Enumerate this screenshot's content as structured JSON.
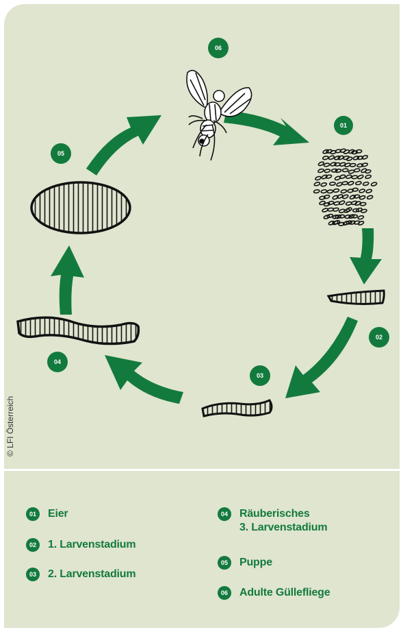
{
  "copyright": "© LFI Österreich",
  "stages": [
    {
      "num": "01",
      "label": "Eier"
    },
    {
      "num": "02",
      "label": "1. Larvenstadium"
    },
    {
      "num": "03",
      "label": "2. Larvenstadium"
    },
    {
      "num": "04",
      "label_line1": "Räuberisches",
      "label_line2": "3. Larvenstadium"
    },
    {
      "num": "05",
      "label": "Puppe"
    },
    {
      "num": "06",
      "label": "Adulte Güllefliege"
    }
  ],
  "colors": {
    "background": "#dfe5cf",
    "accent": "#137a3d"
  }
}
